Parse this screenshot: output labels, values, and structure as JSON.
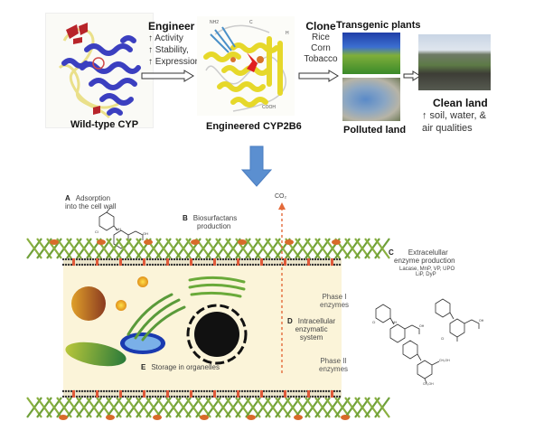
{
  "top_panel": {
    "wild_type": {
      "label": "Wild-type CYP"
    },
    "engineer": {
      "title": "Engineer",
      "items": [
        "↑ Activity",
        "↑ Stability,",
        "↑ Expression"
      ]
    },
    "engineered": {
      "label": "Engineered CYP2B6",
      "annotations": [
        "NH2",
        "COOH",
        "C",
        "H"
      ]
    },
    "clone": {
      "title": "Clone",
      "items": [
        "Rice",
        "Corn",
        "Tobacco"
      ]
    },
    "transgenic": {
      "label": "Transgenic plants"
    },
    "polluted": {
      "label": "Polluted land"
    },
    "clean": {
      "label": "Clean land",
      "desc_line1": "↑ soil, water, &",
      "desc_line2": "air qualities"
    }
  },
  "bottom_panel": {
    "co2": "CO₂",
    "A": {
      "letter": "A",
      "line1": "Adsorption",
      "line2": "into the cell wall"
    },
    "B": {
      "letter": "B",
      "line1": "Biosurfactans",
      "line2": "production"
    },
    "C": {
      "letter": "C",
      "line1": "Extracelullar",
      "line2": "enzyme production",
      "enzymes1": "Lacase, MnP, VP, UPO",
      "enzymes2": "LiP, DyP"
    },
    "D": {
      "letter": "D",
      "line1": "Intracellular",
      "line2": "enzymatic",
      "line3": "system"
    },
    "E": {
      "letter": "E",
      "text": "Storage in organelles"
    },
    "phase1": {
      "line1": "Phase I",
      "line2": "enzymes"
    },
    "phase2": {
      "line1": "Phase II",
      "line2": "enzymes"
    },
    "molecule_labels": {
      "cl": "Cl",
      "nh": "NH",
      "oh": "OH",
      "ch2oh": "CH₂OH"
    }
  },
  "colors": {
    "arrow_blue": "#5b8fd0",
    "cell_fill": "#fbf4d9",
    "co2_arrow": "#e46a3a",
    "wall_green": "#6fa03a"
  }
}
